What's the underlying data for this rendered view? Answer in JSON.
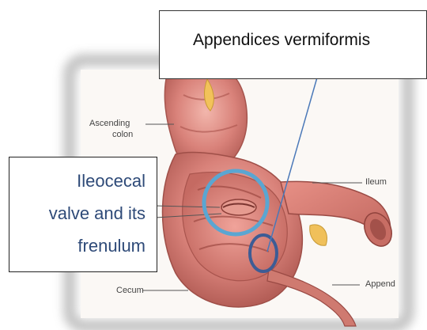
{
  "callouts": {
    "top": "Appendices vermiformis",
    "left_lines": [
      "Ileocecal",
      "valve and its",
      "frenulum"
    ]
  },
  "labels": {
    "ascending_line1": "Ascending",
    "ascending_line2": "colon",
    "ileum": "Ileum",
    "cecum": "Cecum",
    "appendix": "Append"
  },
  "colors": {
    "tissue": "#d9827a",
    "tissue_dark": "#b85f58",
    "highlight_circle": "#5aa6d2",
    "small_circle": "#3d5c95",
    "pointer": "#4a78b8",
    "left_text": "#2e4a78"
  }
}
